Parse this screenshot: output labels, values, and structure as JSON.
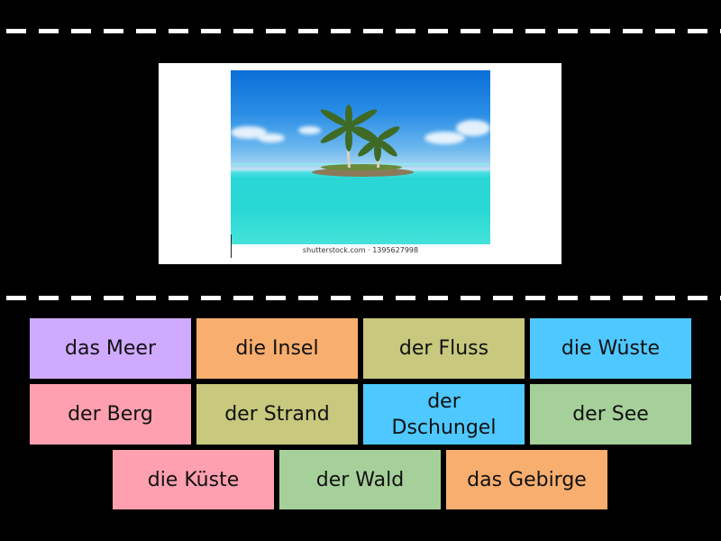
{
  "image_card": {
    "caption": "shutterstock.com · 1395627998",
    "alt": "tropical island with two palm trees in turquoise sea"
  },
  "tiles": [
    {
      "label": "das Meer",
      "color": "#cfaaff"
    },
    {
      "label": "die Insel",
      "color": "#f8ae6f"
    },
    {
      "label": "der Fluss",
      "color": "#c8c87e"
    },
    {
      "label": "die Wüste",
      "color": "#4ec8ff"
    },
    {
      "label": "der Berg",
      "color": "#fea0b0"
    },
    {
      "label": "der Strand",
      "color": "#c8c87e"
    },
    {
      "label": "der Dschungel",
      "color": "#4ec8ff"
    },
    {
      "label": "der See",
      "color": "#a6d09a"
    },
    {
      "label": "die Küste",
      "color": "#fea0b0"
    },
    {
      "label": "der Wald",
      "color": "#a6d09a"
    },
    {
      "label": "das Gebirge",
      "color": "#f8ae6f"
    }
  ],
  "colors": {
    "background": "#000000",
    "divider": "#ffffff"
  }
}
